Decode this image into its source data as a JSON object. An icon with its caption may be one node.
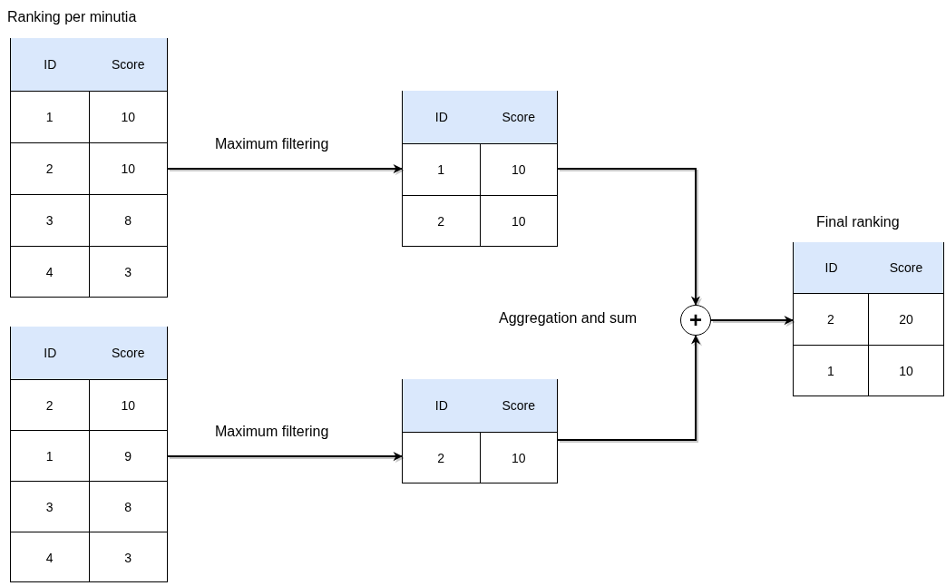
{
  "diagram": {
    "nodes": [
      {
        "text": [
          "ID",
          "Score",
          "1",
          "10",
          "2",
          "10",
          "3",
          "8",
          "4",
          "3"
        ],
        "beside": [
          "Ranking per minutia"
        ]
      },
      {
        "text": [
          "ID",
          "Score",
          "1",
          "10",
          "2",
          "10"
        ]
      },
      {
        "text": [
          "ID",
          "Score",
          "2",
          "10",
          "1",
          "9",
          "3",
          "8",
          "4",
          "3"
        ]
      },
      {
        "text": [
          "ID",
          "Score",
          "2",
          "10"
        ]
      },
      {
        "text": [
          "+"
        ],
        "beside": [
          "Aggregation and sum"
        ]
      },
      {
        "text": [
          "ID",
          "Score",
          "2",
          "20",
          "1",
          "10"
        ],
        "beside": [
          "Final ranking"
        ]
      }
    ],
    "edges": [
      {
        "from": 0,
        "to": 1,
        "arrow": "to",
        "label": "Maximum filtering"
      },
      {
        "from": 2,
        "to": 3,
        "arrow": "to",
        "label": "Maximum filtering"
      },
      {
        "from": 1,
        "to": 4,
        "arrow": "to"
      },
      {
        "from": 3,
        "to": 4,
        "arrow": "to"
      },
      {
        "from": 4,
        "to": 5,
        "arrow": "to"
      }
    ]
  }
}
